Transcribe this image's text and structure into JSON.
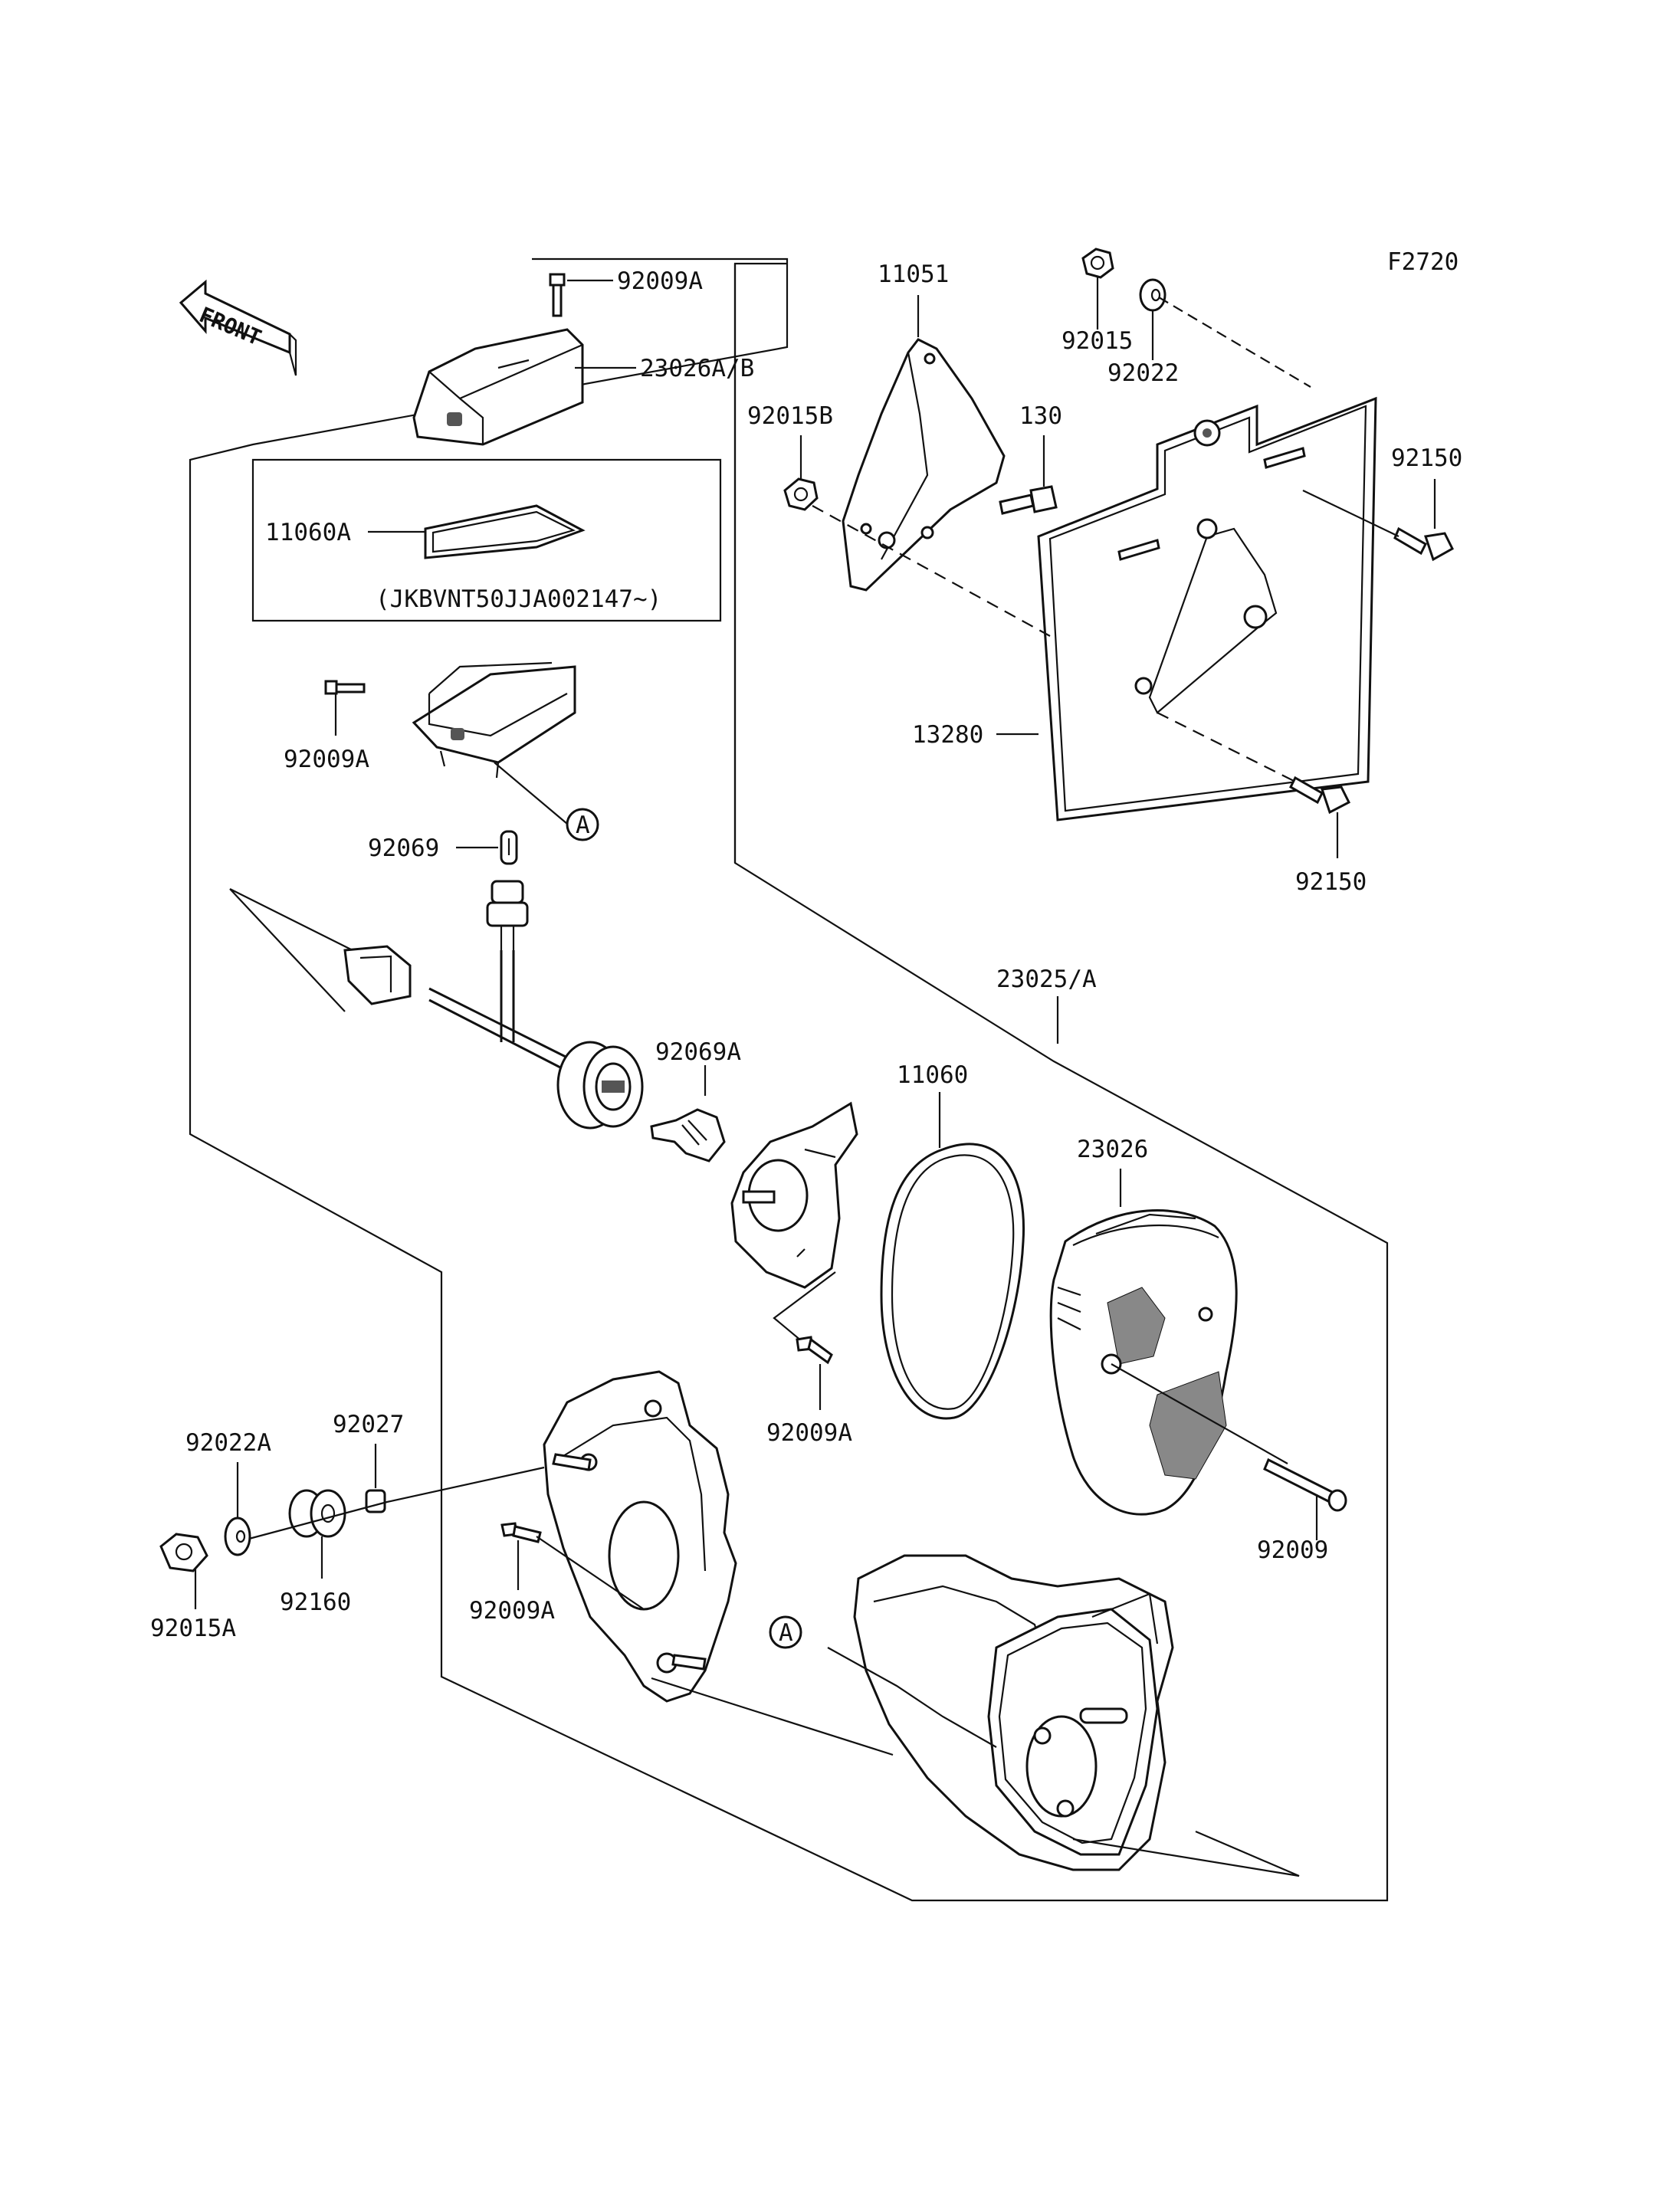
{
  "figure_code": "F2720",
  "front_label": "FRONT",
  "serial_note": "(JKBVNT50JJA002147~)",
  "ref_marker": "A",
  "callouts": {
    "c_92009A_top": "92009A",
    "c_23026AB": "23026A/B",
    "c_11060A": "11060A",
    "c_92009A_housing": "92009A",
    "c_92069": "92069",
    "c_92069A": "92069A",
    "c_11051": "11051",
    "c_92015": "92015",
    "c_92022": "92022",
    "c_92015B": "92015B",
    "c_130": "130",
    "c_92150_top": "92150",
    "c_13280": "13280",
    "c_92150_bottom": "92150",
    "c_23025A": "23025/A",
    "c_11060": "11060",
    "c_23026": "23026",
    "c_92009A_reflector": "92009A",
    "c_92009": "92009",
    "c_92022A": "92022A",
    "c_92027": "92027",
    "c_92015A": "92015A",
    "c_92160": "92160",
    "c_92009A_bracket": "92009A"
  }
}
